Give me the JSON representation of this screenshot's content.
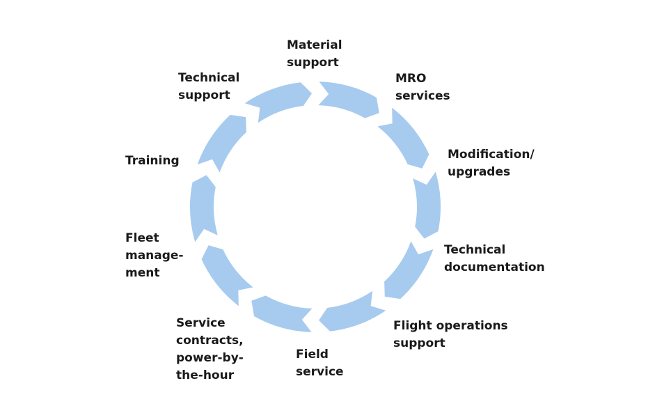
{
  "diagram": {
    "segment_color": "#a6cbef",
    "text_color": "#1a1a1a",
    "labels": [
      {
        "id": "material-support",
        "lines": [
          "Material",
          "support"
        ]
      },
      {
        "id": "mro-services",
        "lines": [
          "MRO",
          "services"
        ]
      },
      {
        "id": "modification-upgrades",
        "lines": [
          "Modification/",
          "upgrades"
        ]
      },
      {
        "id": "technical-documentation",
        "lines": [
          "Technical",
          "documentation"
        ]
      },
      {
        "id": "flight-operations-support",
        "lines": [
          "Flight operations",
          "support"
        ]
      },
      {
        "id": "field-service",
        "lines": [
          "Field",
          "service"
        ]
      },
      {
        "id": "service-contracts",
        "lines": [
          "Service",
          "contracts,",
          "power-by-",
          "the-hour"
        ]
      },
      {
        "id": "fleet-management",
        "lines": [
          "Fleet",
          "manage-",
          "ment"
        ]
      },
      {
        "id": "training",
        "lines": [
          "Training"
        ]
      },
      {
        "id": "technical-support",
        "lines": [
          "Technical",
          "support"
        ]
      }
    ]
  }
}
